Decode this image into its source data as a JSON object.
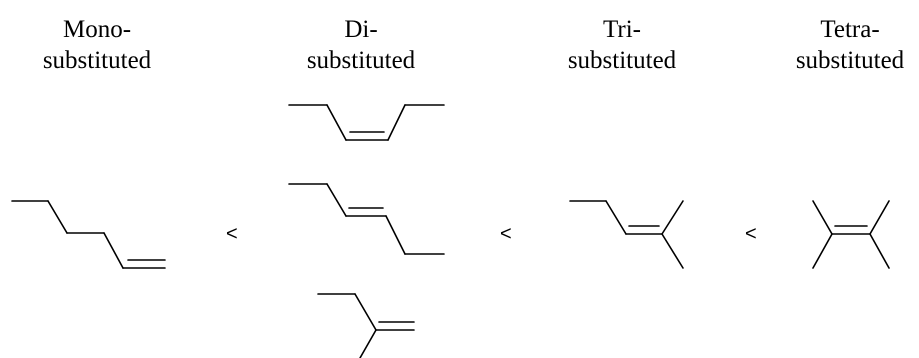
{
  "headings": {
    "mono": {
      "line1": "Mono-",
      "line2": "substituted"
    },
    "di": {
      "line1": "Di-",
      "line2": "substituted"
    },
    "tri": {
      "line1": "Tri-",
      "line2": "substituted"
    },
    "tetra": {
      "line1": "Tetra-",
      "line2": "substituted"
    }
  },
  "comparators": [
    "<",
    "<",
    "<"
  ]
}
